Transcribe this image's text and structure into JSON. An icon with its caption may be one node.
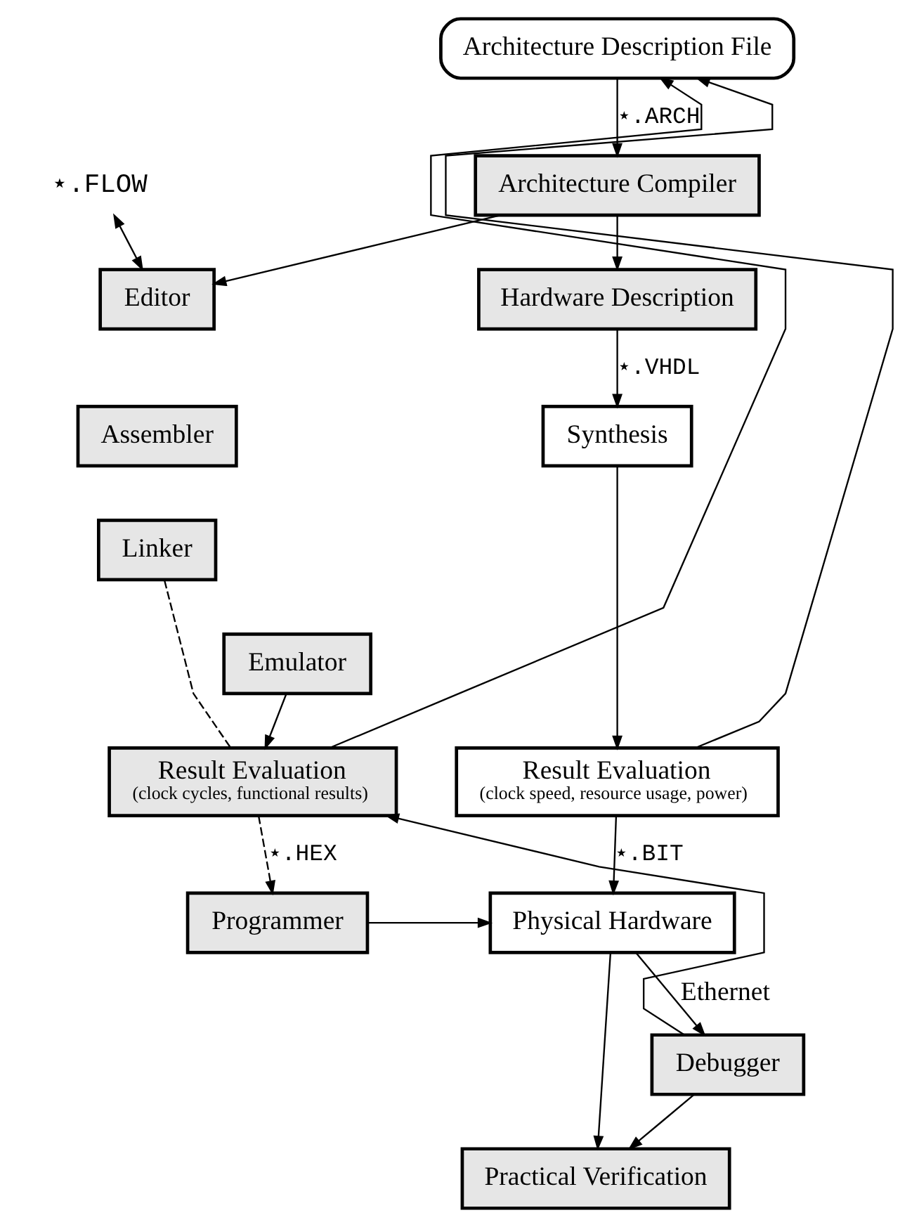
{
  "diagram": {
    "nodes": [
      {
        "text": [
          "Architecture Description File"
        ]
      },
      {
        "text": [
          "Architecture Compiler"
        ]
      },
      {
        "text": [
          "⋆.FLOW"
        ]
      },
      {
        "text": [
          "Editor"
        ]
      },
      {
        "text": [
          "Assembler"
        ]
      },
      {
        "text": [
          "Linker"
        ]
      },
      {
        "text": [
          "Emulator"
        ]
      },
      {
        "text": [
          "Hardware Description"
        ]
      },
      {
        "text": [
          "Synthesis"
        ]
      },
      {
        "text": [
          "Result Evaluation",
          "(clock cycles, functional results)"
        ]
      },
      {
        "text": [
          "Result Evaluation",
          "(clock speed, resource usage, power)"
        ]
      },
      {
        "text": [
          "Programmer"
        ]
      },
      {
        "text": [
          "Debugger"
        ]
      },
      {
        "text": [
          "Physical Hardware"
        ]
      },
      {
        "text": [
          "Practical Verification"
        ]
      }
    ],
    "edges": [
      {
        "from": 0,
        "to": 1,
        "arrow": "to",
        "label": "⋆.ARCH"
      },
      {
        "from": 1,
        "to": 3,
        "arrow": "to"
      },
      {
        "from": 1,
        "to": 7,
        "arrow": "to"
      },
      {
        "from": 2,
        "to": 3,
        "arrow": "both"
      },
      {
        "from": 7,
        "to": 8,
        "arrow": "to",
        "label": "⋆.VHDL"
      },
      {
        "from": 8,
        "to": 10,
        "arrow": "to"
      },
      {
        "from": 6,
        "to": 9,
        "arrow": "to"
      },
      {
        "from": 9,
        "to": 0,
        "arrow": "to"
      },
      {
        "from": 10,
        "to": 0,
        "arrow": "to"
      },
      {
        "from": 5,
        "to": 9,
        "arrow": "none",
        "style": "dashed"
      },
      {
        "from": 9,
        "to": 11,
        "arrow": "to",
        "style": "dashed",
        "label": "⋆.HEX"
      },
      {
        "from": 10,
        "to": 13,
        "arrow": "to",
        "label": "⋆.BIT"
      },
      {
        "from": 11,
        "to": 13,
        "arrow": "to"
      },
      {
        "from": 13,
        "to": 12,
        "arrow": "to",
        "label": "Ethernet"
      },
      {
        "from": 12,
        "to": 9,
        "arrow": "to"
      },
      {
        "from": 12,
        "to": 14,
        "arrow": "to"
      },
      {
        "from": 13,
        "to": 14,
        "arrow": "to"
      }
    ]
  }
}
